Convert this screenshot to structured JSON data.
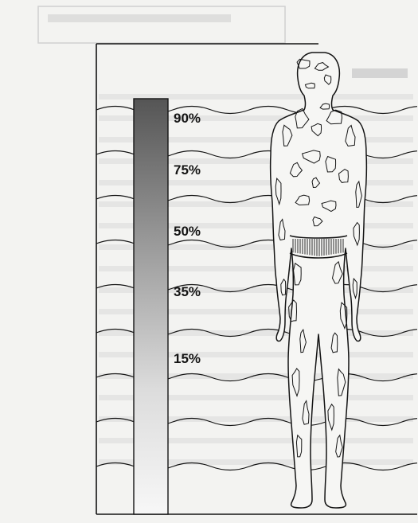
{
  "figure": {
    "scale_labels": [
      "90%",
      "75%",
      "50%",
      "35%",
      "15%"
    ],
    "gradient": {
      "top_color": "#5a5a5a",
      "bottom_color": "#f6f6f6"
    }
  },
  "colors": {
    "background": "#f3f3f1",
    "ink": "#141414",
    "bleed_text": "#cfcfcf"
  }
}
